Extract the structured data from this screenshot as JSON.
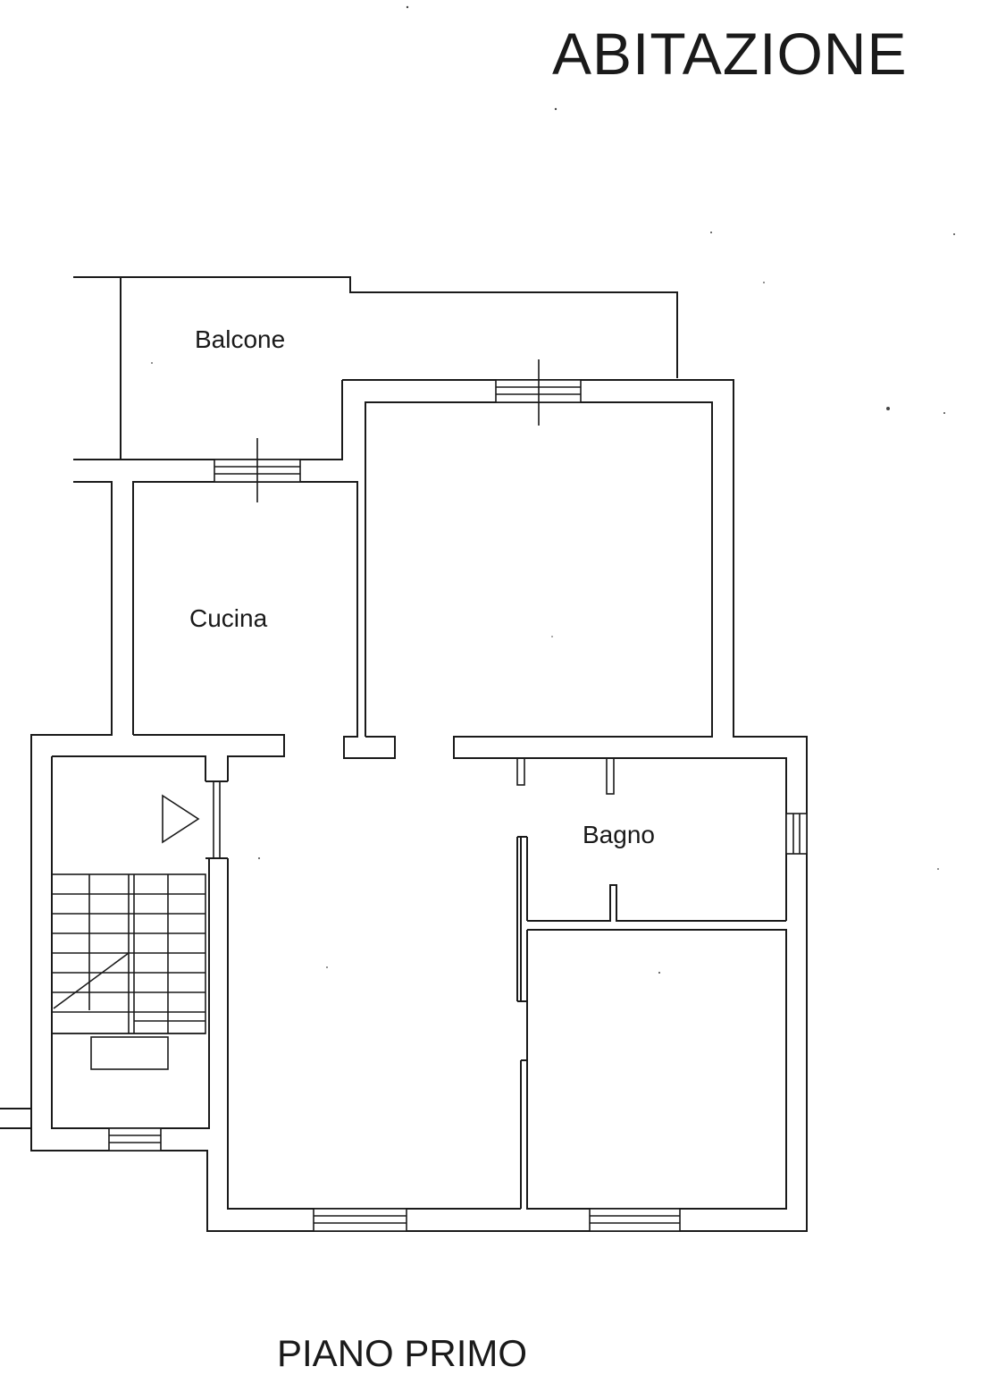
{
  "title": "ABITAZIONE",
  "floor": "PIANO PRIMO",
  "rooms": {
    "balcone": "Balcone",
    "cucina": "Cucina",
    "bagno": "Bagno"
  },
  "colors": {
    "line": "#1a1a1a",
    "background": "#ffffff"
  }
}
